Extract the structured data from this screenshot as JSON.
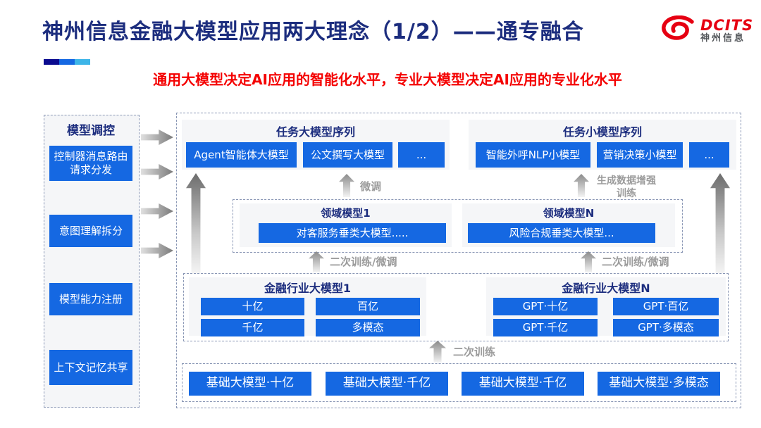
{
  "header": {
    "title": "神州信息金融大模型应用两大理念（1/2）——通专融合",
    "subtitle": "通用大模型决定AI应用的智能化水平，专业大模型决定AI应用的专业化水平",
    "logo": {
      "brand": "DCITS",
      "brand_cn": "神州信息"
    }
  },
  "colors": {
    "accent_blue": "#1568e2",
    "navy_text": "#1c2d7e",
    "subtitle_red": "#f40000",
    "brand_red": "#e60012",
    "deco_bar": [
      "#0b0b8f",
      "#1568e2",
      "#3db5e8"
    ]
  },
  "sidebar": {
    "title": "模型调控",
    "items": [
      {
        "label": "控制器消息路由请求分发"
      },
      {
        "label": "意图理解拆分"
      },
      {
        "label": "模型能力注册"
      },
      {
        "label": "上下文记忆共享"
      }
    ]
  },
  "diagram": {
    "task_large_models": {
      "title": "任务大模型序列",
      "items": [
        "Agent智能体大模型",
        "公文撰写大模型",
        "..."
      ]
    },
    "task_small_models": {
      "title": "任务小模型序列",
      "items": [
        "智能外呼NLP小模型",
        "营销决策小模型",
        "..."
      ]
    },
    "domain_models": [
      {
        "title": "领域模型1",
        "item": "对客服务垂类大模型....."
      },
      {
        "title": "领域模型N",
        "item": "风险合规垂类大模型..."
      }
    ],
    "industry_models": [
      {
        "title": "金融行业大模型1",
        "items": [
          "十亿",
          "百亿",
          "千亿",
          "多模态"
        ]
      },
      {
        "title": "金融行业大模型N",
        "items": [
          "GPT·十亿",
          "GPT·百亿",
          "GPT·千亿",
          "GPT·多模态"
        ]
      }
    ],
    "base_models": [
      "基础大模型·十亿",
      "基础大模型·千亿",
      "基础大模型·千亿",
      "基础大模型·多模态"
    ],
    "labels": {
      "fine_tune": "微调",
      "gen_data_training": "生成数据增强训练",
      "second_train_finetune": "二次训练/微调",
      "second_train": "二次训练"
    }
  }
}
